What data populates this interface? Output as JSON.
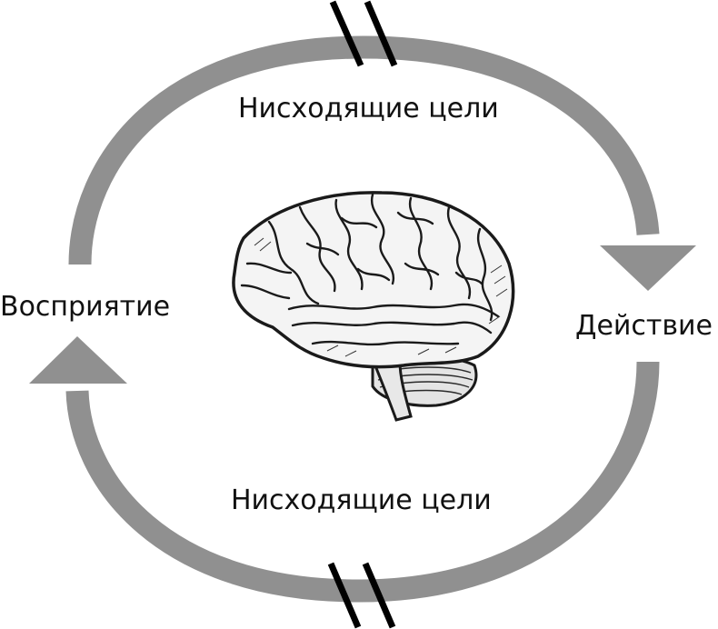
{
  "labels": {
    "top": "Нисходящие цели",
    "bottom": "Нисходящие цели",
    "left": "Восприятие",
    "right": "Действие"
  },
  "colors": {
    "arrow": "#909090",
    "break_marks": "#000000",
    "brain_fill": "#f4f4f4",
    "brain_lines": "#1a1a1a",
    "text": "#111111"
  },
  "icons": {
    "center": "brain-icon"
  }
}
